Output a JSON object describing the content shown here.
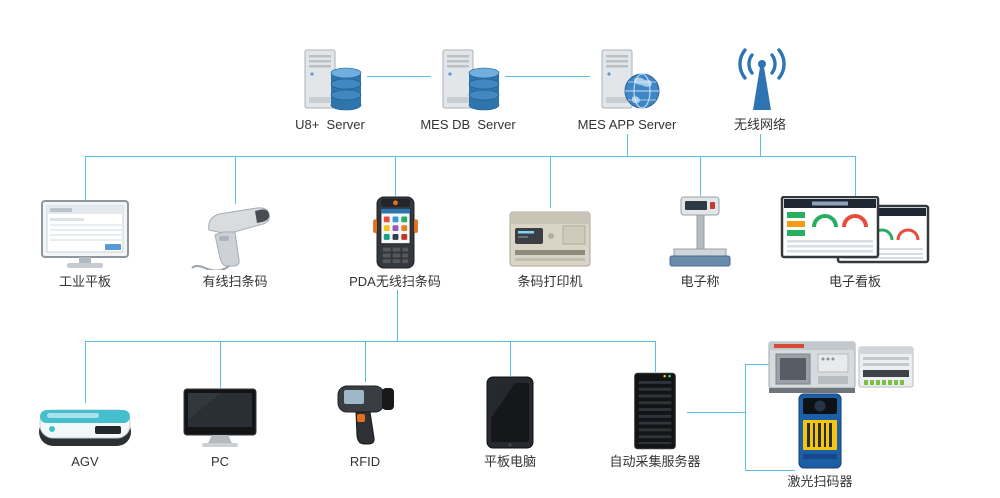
{
  "nodes": {
    "u8_server": {
      "label": "U8+  Server"
    },
    "mes_db_server": {
      "label": "MES DB  Server"
    },
    "mes_app_server": {
      "label": "MES APP Server"
    },
    "wireless": {
      "label": "无线网络"
    },
    "industrial_tablet": {
      "label": "工业平板"
    },
    "wired_scanner": {
      "label": "有线扫条码"
    },
    "pda_scanner": {
      "label": "PDA无线扫条码"
    },
    "barcode_printer": {
      "label": "条码打印机"
    },
    "electronic_scale": {
      "label": "电子称"
    },
    "electronic_kanban": {
      "label": "电子看板"
    },
    "agv": {
      "label": "AGV"
    },
    "pc": {
      "label": "PC"
    },
    "rfid": {
      "label": "RFID"
    },
    "tablet_pc": {
      "label": "平板电脑"
    },
    "auto_collection_server": {
      "label": "自动采集服务器"
    },
    "laser_scanner": {
      "label": "激光扫码器"
    }
  },
  "colors": {
    "line": "#57bfe1",
    "text": "#333333"
  }
}
